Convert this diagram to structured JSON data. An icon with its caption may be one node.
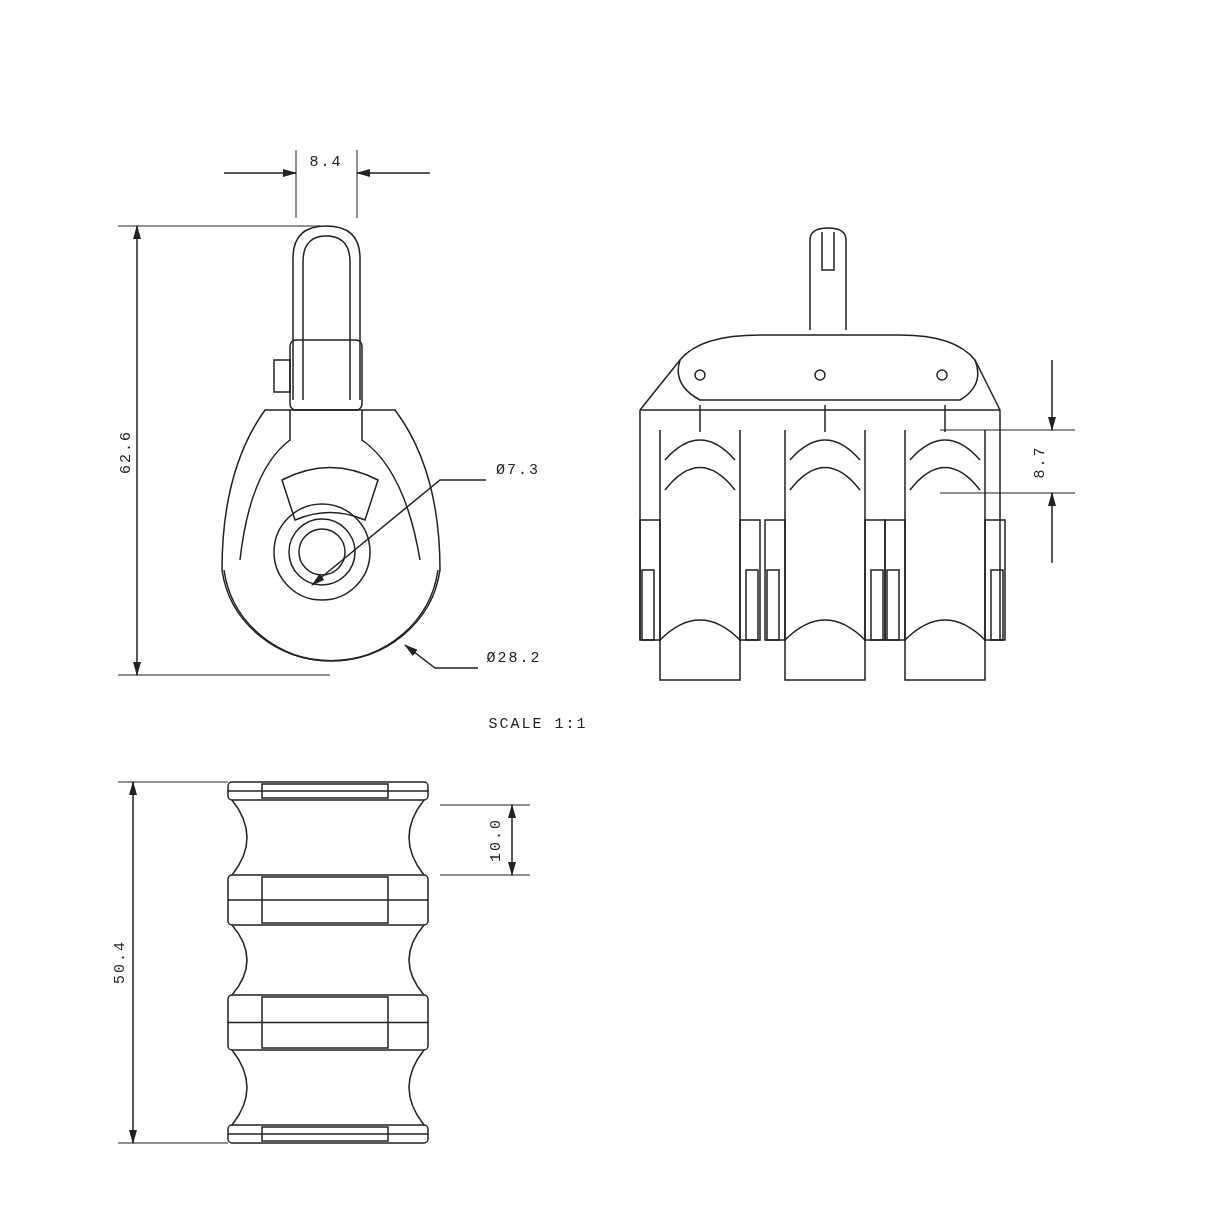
{
  "diagram": {
    "nodes": [
      {
        "text": [
          "Ø7.3"
        ]
      },
      {
        "text": [
          "Ø28.2"
        ]
      }
    ],
    "edges": [
      {
        "from": 0,
        "to": null,
        "arrow": "to"
      },
      {
        "from": 1,
        "to": null,
        "arrow": "to"
      }
    ],
    "labels": [
      "8.4",
      "62.6",
      "8.7",
      "SCALE 1:1",
      "50.4",
      "10.0"
    ]
  }
}
